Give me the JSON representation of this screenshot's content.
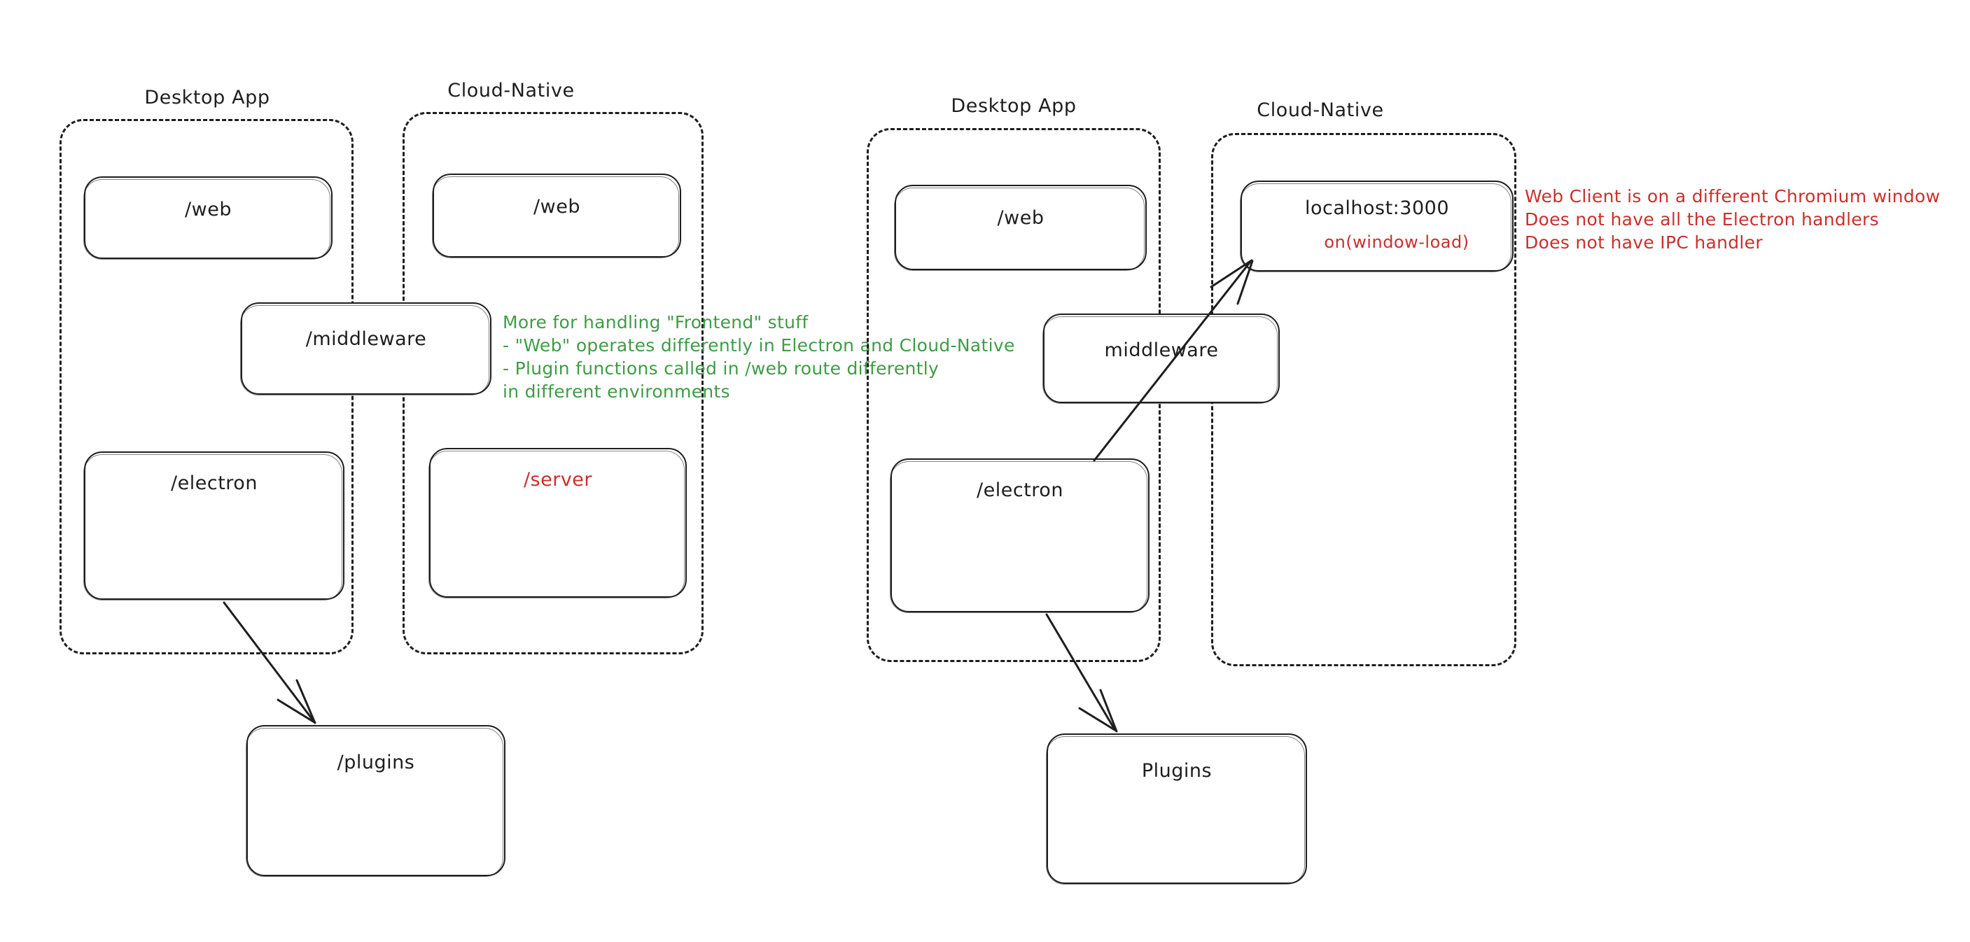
{
  "diagram": {
    "title": "Electron Desktop App vs Cloud-Native architecture comparison",
    "colors": {
      "stroke": "#1e1e1e",
      "green": "#3f9c46",
      "red": "#c9302c",
      "background": "#ffffff"
    }
  },
  "left_panel": {
    "groups": [
      {
        "label": "Desktop App"
      },
      {
        "label": "Cloud-Native"
      }
    ],
    "nodes": {
      "desktop_web": "/web",
      "cloud_web": "/web",
      "middleware": "/middleware",
      "electron": "/electron",
      "server": "/server",
      "plugins": "/plugins"
    },
    "annotation_green": "More for handling \"Frontend\" stuff\n- \"Web\" operates differently in Electron and Cloud-Native\n- Plugin functions called in /web route differently\nin different environments"
  },
  "right_panel": {
    "groups": [
      {
        "label": "Desktop App"
      },
      {
        "label": "Cloud-Native"
      }
    ],
    "nodes": {
      "desktop_web": "/web",
      "localhost": "localhost:3000",
      "localhost_sub": "on(window-load)",
      "middleware": "middleware",
      "electron": "/electron",
      "plugins": "Plugins"
    },
    "annotation_red": "Web Client is on a different Chromium window\nDoes not have all the Electron handlers\nDoes not have IPC handler"
  }
}
